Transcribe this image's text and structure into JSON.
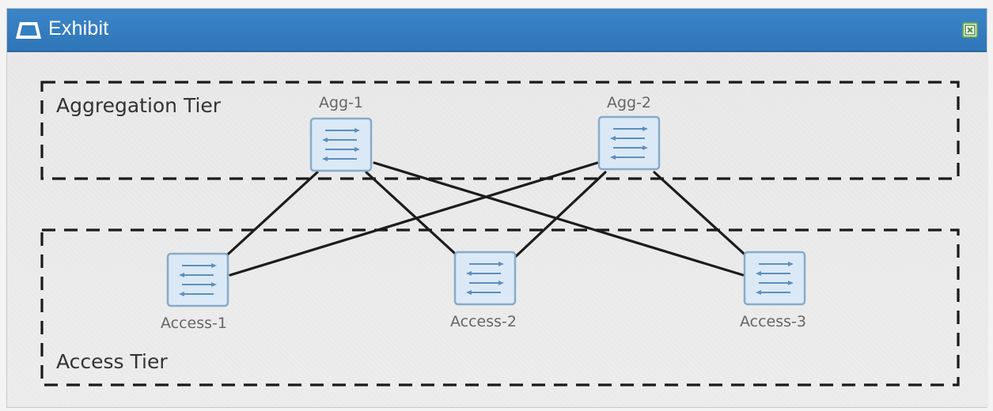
{
  "window": {
    "title": "Exhibit",
    "app_icon": "exhibit-icon",
    "close_icon": "close-icon",
    "colors": {
      "titlebar": "#3380c2",
      "close_border": "#6aa35c"
    }
  },
  "diagram": {
    "tiers": [
      {
        "id": "aggregation",
        "label": "Aggregation Tier"
      },
      {
        "id": "access",
        "label": "Access Tier"
      }
    ],
    "nodes": [
      {
        "id": "agg1",
        "label": "Agg-1",
        "tier": "aggregation",
        "icon": "switch-icon"
      },
      {
        "id": "agg2",
        "label": "Agg-2",
        "tier": "aggregation",
        "icon": "switch-icon"
      },
      {
        "id": "acc1",
        "label": "Access-1",
        "tier": "access",
        "icon": "switch-icon"
      },
      {
        "id": "acc2",
        "label": "Access-2",
        "tier": "access",
        "icon": "switch-icon"
      },
      {
        "id": "acc3",
        "label": "Access-3",
        "tier": "access",
        "icon": "switch-icon"
      }
    ],
    "links": [
      {
        "from": "agg1",
        "to": "acc1"
      },
      {
        "from": "agg1",
        "to": "acc2"
      },
      {
        "from": "agg1",
        "to": "acc3"
      },
      {
        "from": "agg2",
        "to": "acc1"
      },
      {
        "from": "agg2",
        "to": "acc2"
      },
      {
        "from": "agg2",
        "to": "acc3"
      }
    ],
    "colors": {
      "switch_fill": "#dbe9f6",
      "switch_border": "#86abc9",
      "switch_arrows": "#5d8fbd",
      "link": "#1c1c1c",
      "tier_border": "#1a1a1a"
    }
  }
}
